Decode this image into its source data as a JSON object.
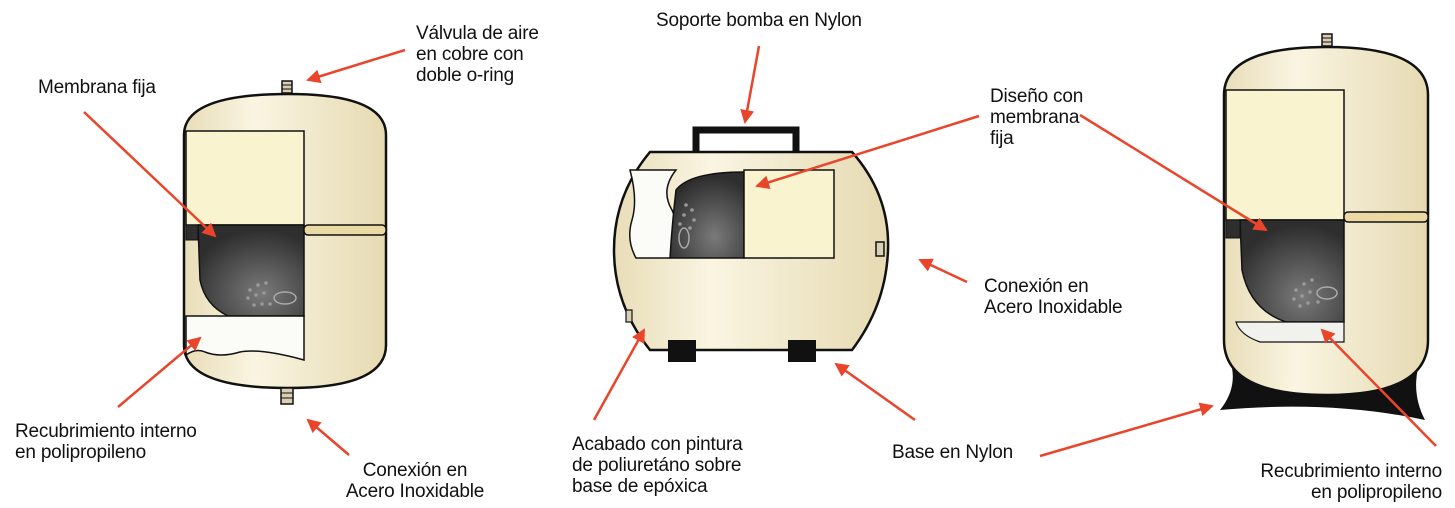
{
  "colors": {
    "tank_body": "#f3ecd2",
    "air_chamber": "#faf3cf",
    "membrane": "#3c3c3c",
    "liner": "#f4f4f2",
    "arrow": "#e9452a",
    "outline": "#111111",
    "base": "#111111"
  },
  "labels": {
    "valvula_aire": [
      "Válvula de aire",
      "en cobre con",
      "doble o-ring"
    ],
    "membrana_fija": [
      "Membrana fija"
    ],
    "recubrimiento_izq": [
      "Recubrimiento interno",
      "en polipropileno"
    ],
    "conexion_izq": [
      "Conexión en",
      "Acero Inoxidable"
    ],
    "soporte_bomba": [
      "Soporte bomba en Nylon"
    ],
    "diseno_membrana": [
      "Diseño con",
      "membrana",
      "fija"
    ],
    "conexion_centro": [
      "Conexión en",
      "Acero Inoxidable"
    ],
    "acabado": [
      "Acabado con pintura",
      "de poliuretáno sobre",
      "base de epóxica"
    ],
    "base_nylon": [
      "Base en Nylon"
    ],
    "recubrimiento_der": [
      "Recubrimiento interno",
      "en polipropileno"
    ]
  },
  "icons": [
    "vertical-tank-small",
    "horizontal-tank",
    "vertical-tank-large",
    "callout-arrow"
  ]
}
